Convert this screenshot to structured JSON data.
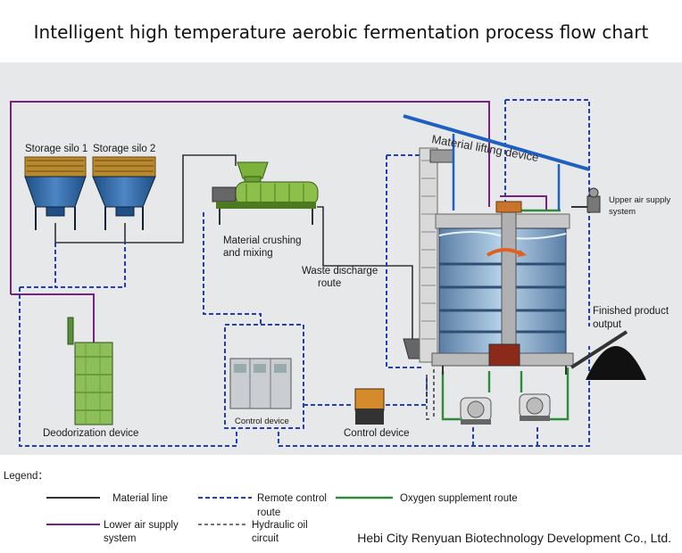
{
  "title": "Intelligent high temperature aerobic fermentation process flow chart",
  "labels": {
    "silo1": "Storage silo 1",
    "silo2": "Storage silo 2",
    "crushing_line1": "Material crushing",
    "crushing_line2": "and mixing",
    "waste_line1": "Waste discharge",
    "waste_line2": "route",
    "lifting": "Material lifting device",
    "upper_air_line1": "Upper air supply",
    "upper_air_line2": "system",
    "finished_line1": "Finished product",
    "finished_line2": "output",
    "deodorization": "Deodorization device",
    "control_small": "Control device",
    "control_main": "Control device"
  },
  "legend": {
    "heading": "Legend：",
    "material_line": "Material line",
    "remote_line1": "Remote control",
    "remote_line2": "route",
    "oxygen": "Oxygen supplement route",
    "lower_air_line1": "Lower air supply",
    "lower_air_line2": "system",
    "hydraulic_line1": "Hydraulic oil",
    "hydraulic_line2": "circuit"
  },
  "credit": "Hebi City Renyuan Biotechnology Development Co., Ltd.",
  "colors": {
    "material_line": "#333333",
    "remote_control": "#1f3fbf",
    "oxygen": "#2e8b3a",
    "lower_air": "#7a1f86",
    "hydraulic": "#444444",
    "background": "#e6e8ea"
  }
}
